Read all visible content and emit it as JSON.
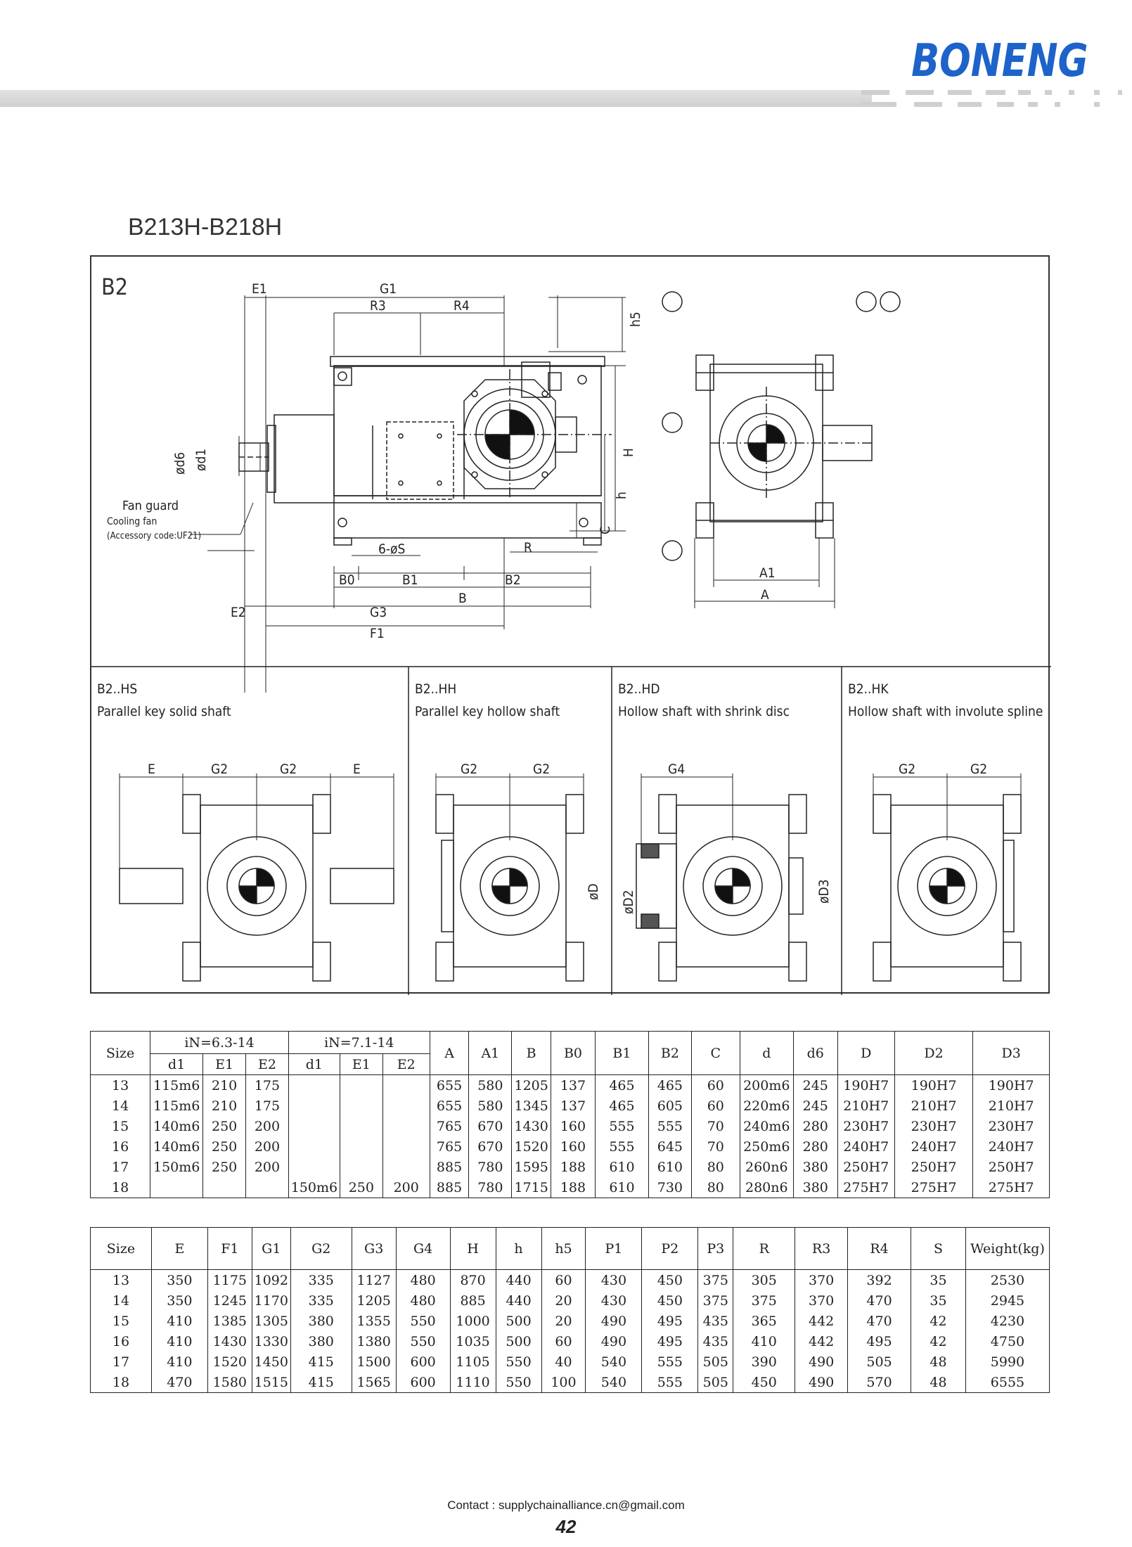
{
  "brand": "BONENG",
  "model": "B213H-B218H",
  "drawing": {
    "main_label": "B2",
    "dims_top": [
      "E1",
      "G1",
      "R3",
      "R4",
      "h5"
    ],
    "dims_side": [
      "ød6",
      "ød1",
      "H",
      "h",
      "C"
    ],
    "dims_bottom": [
      "6-øS",
      "R",
      "B0",
      "B1",
      "B2",
      "B",
      "E2",
      "G3",
      "F1"
    ],
    "annotations": {
      "fan_guard": "Fan guard",
      "cooling_fan": "Cooling fan",
      "accessory": "(Accessory code:UF21)"
    },
    "side_dims": [
      "A1",
      "A"
    ],
    "variants": [
      {
        "code": "B2..HS",
        "desc": "Parallel key solid shaft",
        "dims": [
          "E",
          "G2",
          "G2",
          "E"
        ]
      },
      {
        "code": "B2..HH",
        "desc": "Parallel key hollow shaft",
        "dims": [
          "G2",
          "G2",
          "øD"
        ]
      },
      {
        "code": "B2..HD",
        "desc": "Hollow shaft with shrink disc",
        "dims": [
          "G4",
          "øD2",
          "øD3"
        ]
      },
      {
        "code": "B2..HK",
        "desc": "Hollow shaft with involute spline",
        "dims": [
          "G2",
          "G2"
        ]
      }
    ]
  },
  "table1": {
    "size_header": "Size",
    "group1": "iN=6.3-14",
    "group2": "iN=7.1-14",
    "sub_headers": [
      "d1",
      "E1",
      "E2",
      "d1",
      "E1",
      "E2"
    ],
    "headers": [
      "A",
      "A1",
      "B",
      "B0",
      "B1",
      "B2",
      "C",
      "d",
      "d6",
      "D",
      "D2",
      "D3"
    ],
    "rows": [
      [
        "13",
        "115m6",
        "210",
        "175",
        "",
        "",
        "",
        "655",
        "580",
        "1205",
        "137",
        "465",
        "465",
        "60",
        "200m6",
        "245",
        "190H7",
        "190H7",
        "190H7"
      ],
      [
        "14",
        "115m6",
        "210",
        "175",
        "",
        "",
        "",
        "655",
        "580",
        "1345",
        "137",
        "465",
        "605",
        "60",
        "220m6",
        "245",
        "210H7",
        "210H7",
        "210H7"
      ],
      [
        "15",
        "140m6",
        "250",
        "200",
        "",
        "",
        "",
        "765",
        "670",
        "1430",
        "160",
        "555",
        "555",
        "70",
        "240m6",
        "280",
        "230H7",
        "230H7",
        "230H7"
      ],
      [
        "16",
        "140m6",
        "250",
        "200",
        "",
        "",
        "",
        "765",
        "670",
        "1520",
        "160",
        "555",
        "645",
        "70",
        "250m6",
        "280",
        "240H7",
        "240H7",
        "240H7"
      ],
      [
        "17",
        "150m6",
        "250",
        "200",
        "",
        "",
        "",
        "885",
        "780",
        "1595",
        "188",
        "610",
        "610",
        "80",
        "260n6",
        "380",
        "250H7",
        "250H7",
        "250H7"
      ],
      [
        "18",
        "",
        "",
        "",
        "150m6",
        "250",
        "200",
        "885",
        "780",
        "1715",
        "188",
        "610",
        "730",
        "80",
        "280n6",
        "380",
        "275H7",
        "275H7",
        "275H7"
      ]
    ]
  },
  "table2": {
    "headers": [
      "Size",
      "E",
      "F1",
      "G1",
      "G2",
      "G3",
      "G4",
      "H",
      "h",
      "h5",
      "P1",
      "P2",
      "P3",
      "R",
      "R3",
      "R4",
      "S",
      "Weight(kg)"
    ],
    "rows": [
      [
        "13",
        "350",
        "1175",
        "1092",
        "335",
        "1127",
        "480",
        "870",
        "440",
        "60",
        "430",
        "450",
        "375",
        "305",
        "370",
        "392",
        "35",
        "2530"
      ],
      [
        "14",
        "350",
        "1245",
        "1170",
        "335",
        "1205",
        "480",
        "885",
        "440",
        "20",
        "430",
        "450",
        "375",
        "375",
        "370",
        "470",
        "35",
        "2945"
      ],
      [
        "15",
        "410",
        "1385",
        "1305",
        "380",
        "1355",
        "550",
        "1000",
        "500",
        "20",
        "490",
        "495",
        "435",
        "365",
        "442",
        "470",
        "42",
        "4230"
      ],
      [
        "16",
        "410",
        "1430",
        "1330",
        "380",
        "1380",
        "550",
        "1035",
        "500",
        "60",
        "490",
        "495",
        "435",
        "410",
        "442",
        "495",
        "42",
        "4750"
      ],
      [
        "17",
        "410",
        "1520",
        "1450",
        "415",
        "1500",
        "600",
        "1105",
        "550",
        "40",
        "540",
        "555",
        "505",
        "390",
        "490",
        "505",
        "48",
        "5990"
      ],
      [
        "18",
        "470",
        "1580",
        "1515",
        "415",
        "1565",
        "600",
        "1110",
        "550",
        "100",
        "540",
        "555",
        "505",
        "450",
        "490",
        "570",
        "48",
        "6555"
      ]
    ]
  },
  "footer": {
    "contact": "Contact : supplychainalliance.cn@gmail.com",
    "page": "42"
  }
}
